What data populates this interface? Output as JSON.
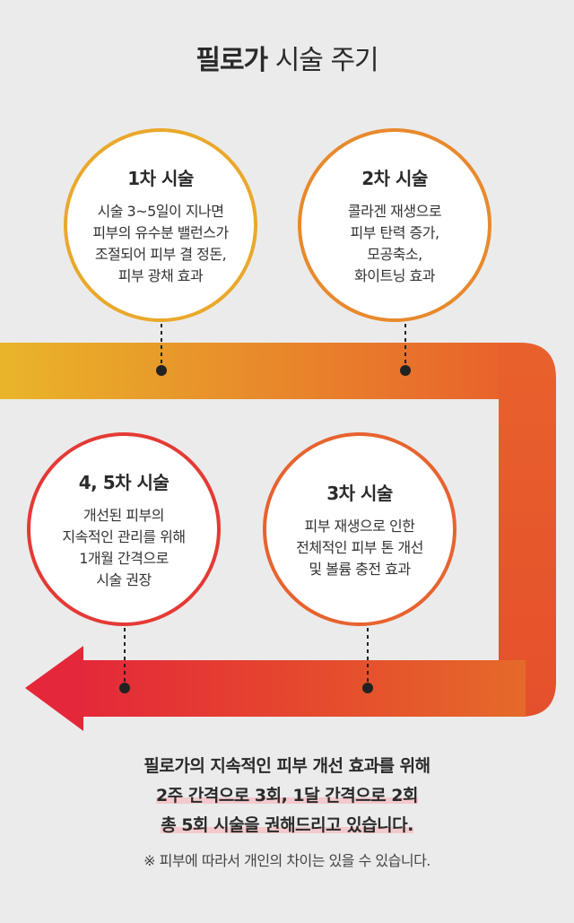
{
  "title": {
    "bold": "필로가",
    "light": "시술 주기"
  },
  "steps": [
    {
      "name": "1차 시술",
      "lines": [
        "시술 3~5일이 지나면",
        "피부의 유수분 밸런스가",
        "조절되어 피부 결 정돈,",
        "피부 광채 효과"
      ]
    },
    {
      "name": "2차 시술",
      "lines": [
        "콜라겐 재생으로",
        "피부 탄력 증가,",
        "모공축소,",
        "화이트닝 효과"
      ]
    },
    {
      "name": "3차 시술",
      "lines": [
        "피부 재생으로 인한",
        "전체적인 피부 톤 개선",
        "및 볼륨 충전 효과"
      ]
    },
    {
      "name": "4, 5차 시술",
      "lines": [
        "개선된 피부의",
        "지속적인 관리를 위해",
        "1개월 간격으로",
        "시술 권장"
      ]
    }
  ],
  "summary": {
    "line1": "필로가의 지속적인 피부 개선 효과를 위해",
    "line2": "2주 간격으로 3회, 1달 간격으로 2회",
    "line3": "총 5회 시술을 권해드리고 있습니다."
  },
  "note": "※ 피부에 따라서 개인의 차이는 있을 수 있습니다.",
  "colors": {
    "background": "#ebebeb",
    "arrow_start": "#e9b52a",
    "arrow_mid": "#e8612c",
    "arrow_end": "#e4283a",
    "highlight": "#f3c9cc"
  }
}
